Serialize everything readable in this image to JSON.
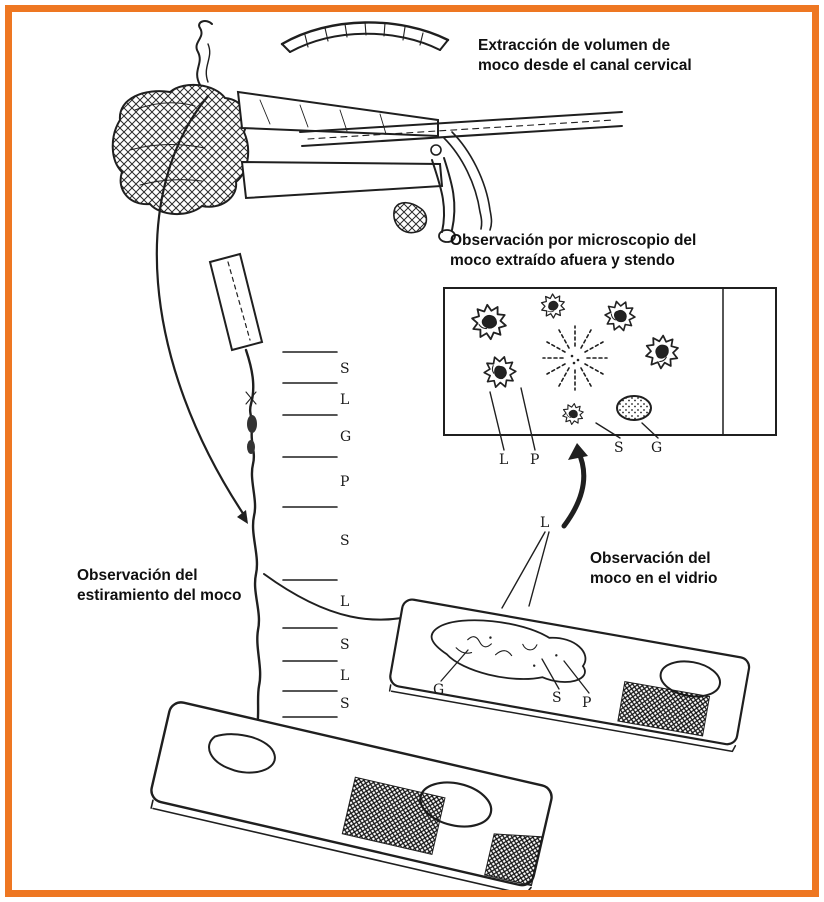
{
  "figure": {
    "captions": {
      "extraction": "Extracción de volumen de moco desde el canal cervical",
      "microscope": "Observación por microscopio del moco extraído afuera y stendo",
      "stretch": "Observación del estiramiento del moco",
      "slide": "Observación del moco en el vidrio"
    },
    "scale_letters": [
      "S",
      "L",
      "G",
      "P",
      "S",
      "L",
      "S",
      "L",
      "S"
    ],
    "microscope_letters": [
      "L",
      "P",
      "S",
      "G"
    ],
    "slide_letters": [
      "G",
      "S",
      "P"
    ],
    "slide_pointer_letter": "L",
    "colors": {
      "border": "#ee7722",
      "ink": "#1f1f1f",
      "background": "#ffffff"
    }
  }
}
